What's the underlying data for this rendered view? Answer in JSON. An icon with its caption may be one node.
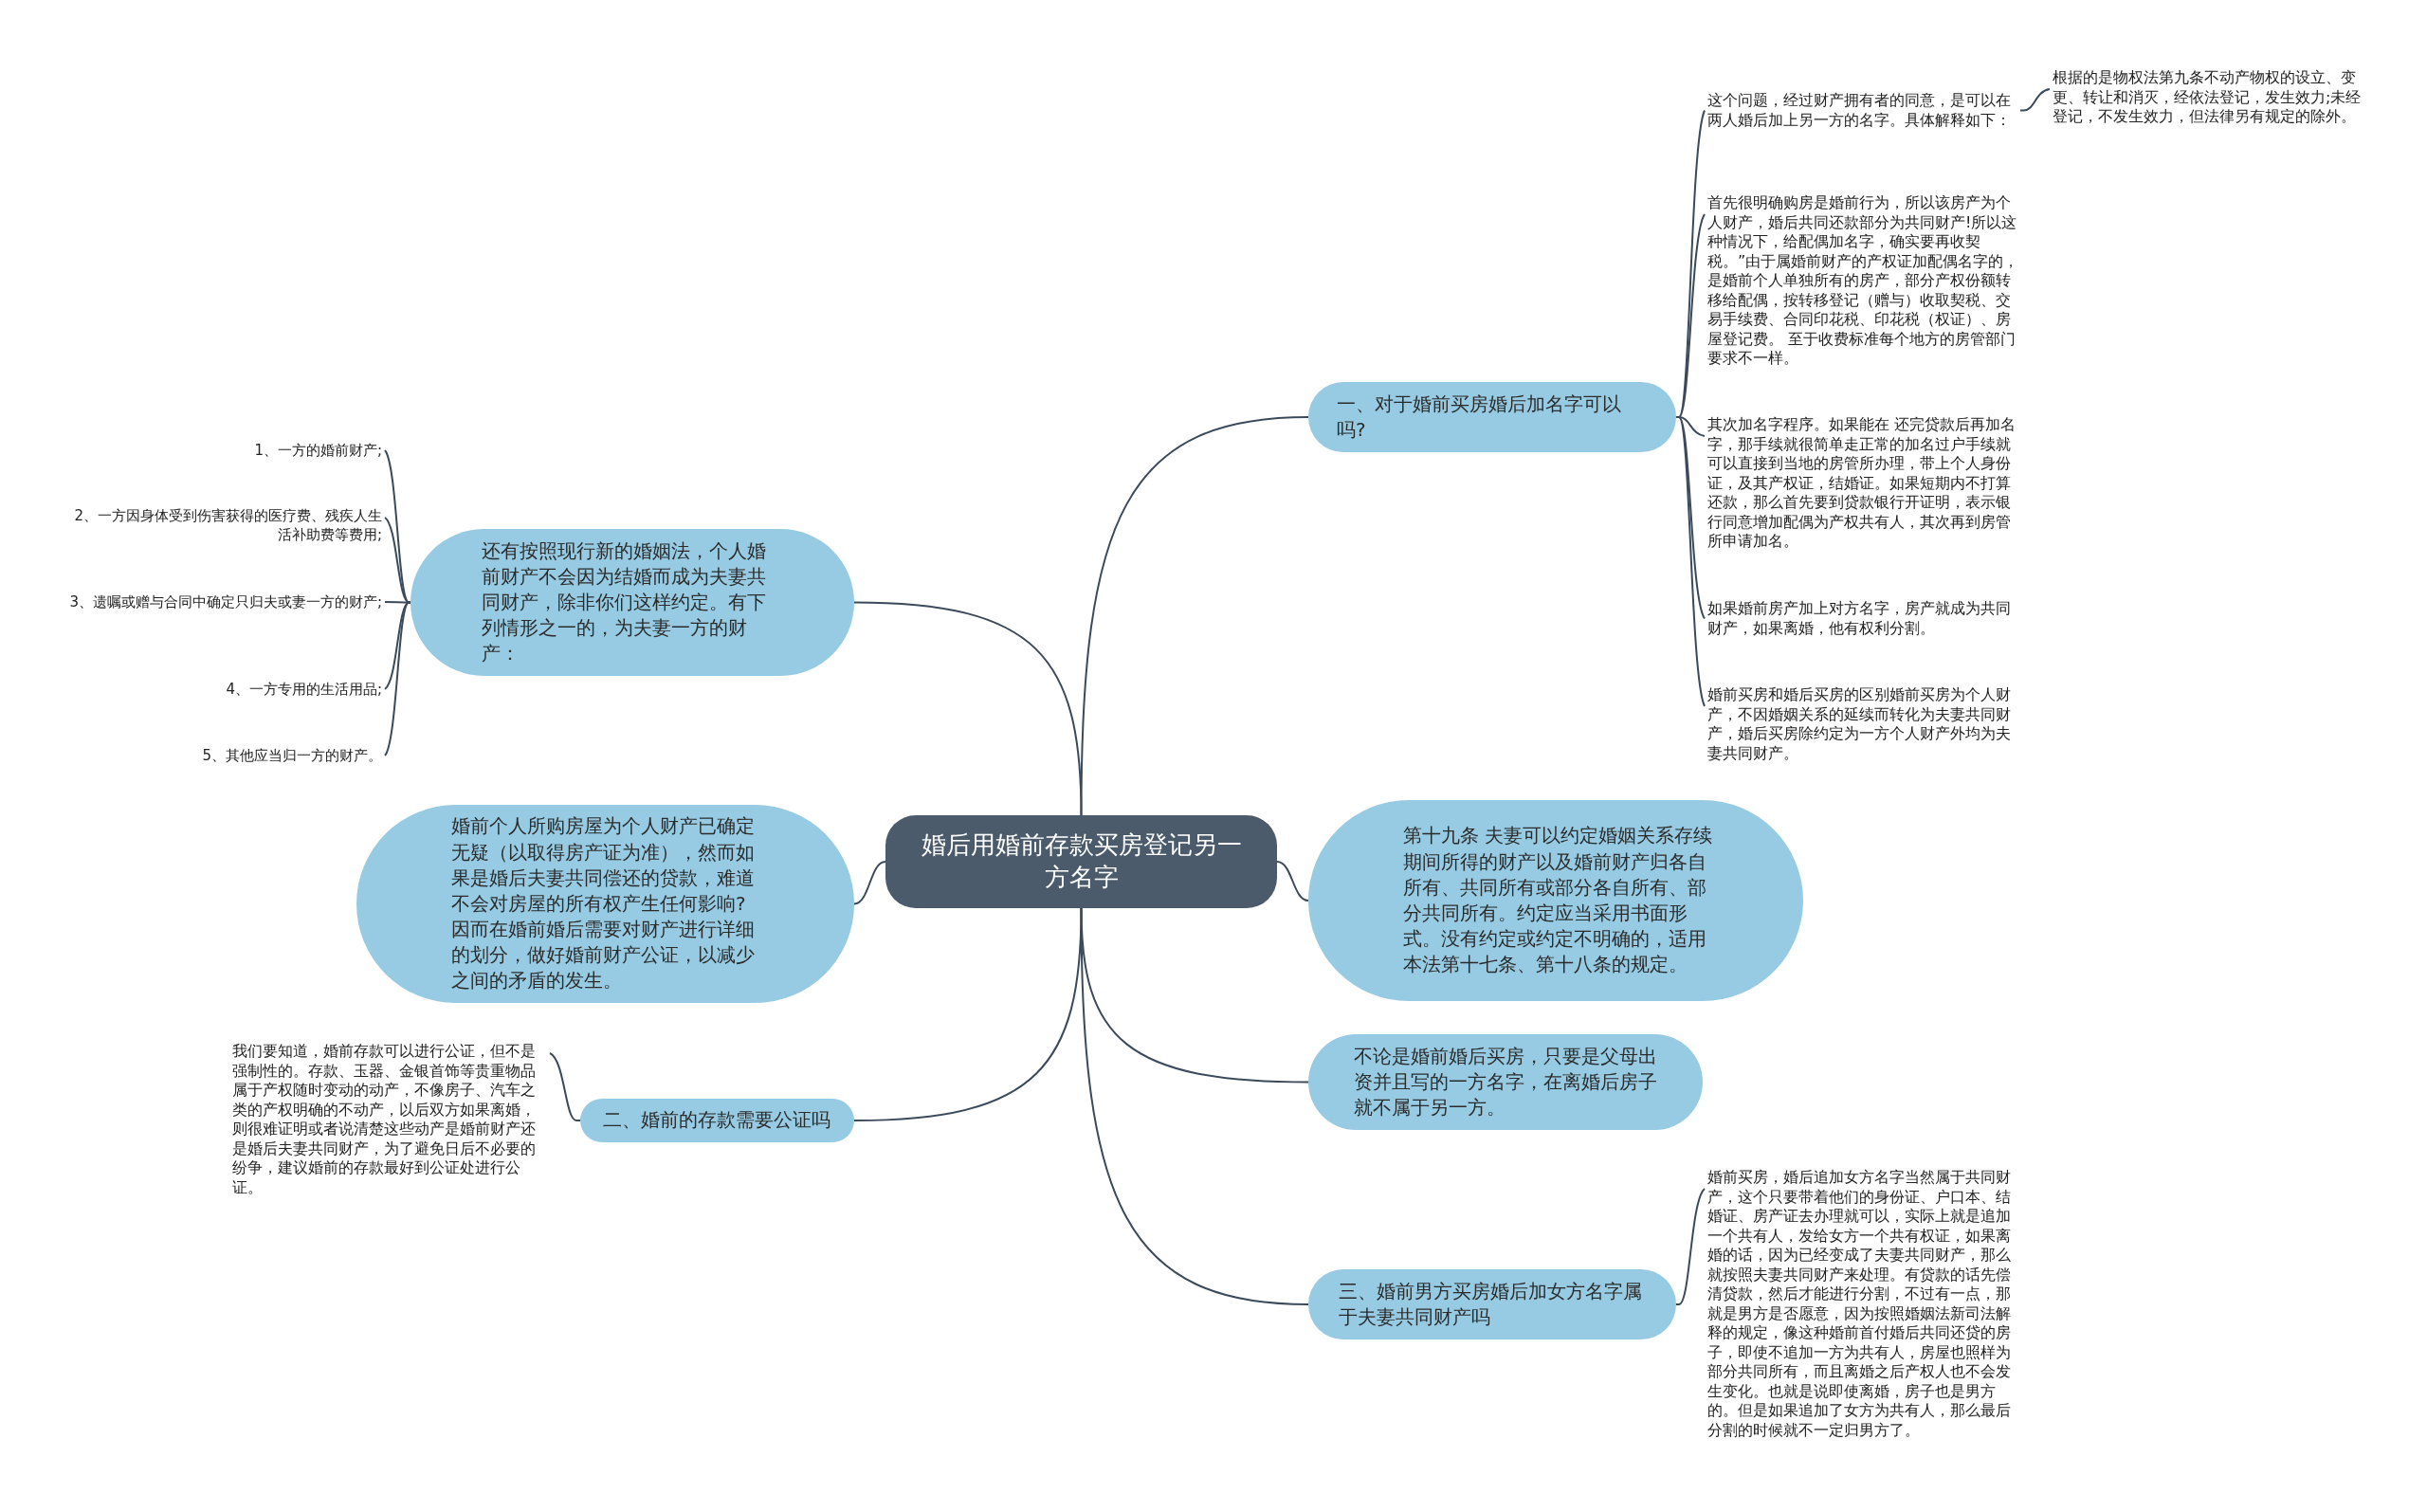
{
  "diagram": {
    "nodes": [
      {
        "text": [
          "婚后用婚前存款买房登记另一方名字"
        ]
      },
      {
        "text": [
          "一、对于婚前买房婚后加名字可以吗?"
        ]
      },
      {
        "text": [
          "这个问题，经过财产拥有者的同意，是可以在两人婚后加上另一方的名字。具体解释如下："
        ]
      },
      {
        "text": [
          "根据的是物权法第九条不动产物权的设立、变更、转让和消灭，经依法登记，发生效力;未经登记，不发生效力，但法律另有规定的除外。"
        ]
      },
      {
        "text": [
          "首先很明确购房是婚前行为，所以该房产为个人财产，婚后共同还款部分为共同财产!所以这种情况下，给配偶加名字，确实要再收契税。”由于属婚前财产的产权证加配偶名字的，是婚前个人单独所有的房产，部分产权份额转移给配偶，按转移登记（赠与）收取契税、交易手续费、合同印花税、印花税（权证）、房屋登记费。 至于收费标准每个地方的房管部门要求不一样。"
        ]
      },
      {
        "text": [
          "其次加名字程序。如果能在 还完贷款后再加名字，那手续就很简单走正常的加名过户手续就可以直接到当地的房管所办理，带上个人身份证，及其产权证，结婚证。如果短期内不打算还款，那么首先要到贷款银行开证明，表示银行同意增加配偶为产权共有人，其次再到房管所申请加名。"
        ]
      },
      {
        "text": [
          "如果婚前房产加上对方名字，房产就成为共同财产，如果离婚，他有权利分割。"
        ]
      },
      {
        "text": [
          "婚前买房和婚后买房的区别婚前买房为个人财产，不因婚姻关系的延续而转化为夫妻共同财产，婚后买房除约定为一方个人财产外均为夫妻共同财产。"
        ]
      },
      {
        "text": [
          "第十九条 夫妻可以约定婚姻关系存续期间所得的财产以及婚前财产归各自所有、共同所有或部分各自所有、部分共同所有。约定应当采用书面形式。没有约定或约定不明确的，适用本法第十七条、第十八条的规定。"
        ]
      },
      {
        "text": [
          "不论是婚前婚后买房，只要是父母出资并且写的一方名字，在离婚后房子就不属于另一方。"
        ]
      },
      {
        "text": [
          "三、婚前男方买房婚后加女方名字属于夫妻共同财产吗"
        ]
      },
      {
        "text": [
          "婚前买房，婚后追加女方名字当然属于共同财产，这个只要带着他们的身份证、户口本、结婚证、房产证去办理就可以，实际上就是追加一个共有人，发给女方一个共有权证，如果离婚的话，因为已经变成了夫妻共同财产，那么就按照夫妻共同财产来处理。有贷款的话先偿清贷款，然后才能进行分割，不过有一点，那就是男方是否愿意，因为按照婚姻法新司法解释的规定，像这种婚前首付婚后共同还贷的房子，即使不追加一方为共有人，房屋也照样为部分共同所有，而且离婚之后产权人也不会发生变化。也就是说即使离婚，房子也是男方的。但是如果追加了女方为共有人，那么最后分割的时候就不一定归男方了。"
        ]
      },
      {
        "text": [
          "还有按照现行新的婚姻法，个人婚前财产不会因为结婚而成为夫妻共同财产，除非你们这样约定。有下列情形之一的，为夫妻一方的财产："
        ]
      },
      {
        "text": [
          "1、一方的婚前财产;"
        ]
      },
      {
        "text": [
          "2、一方因身体受到伤害获得的医疗费、残疾人生活补助费等费用;"
        ]
      },
      {
        "text": [
          "3、遗嘱或赠与合同中确定只归夫或妻一方的财产;"
        ]
      },
      {
        "text": [
          "4、一方专用的生活用品;"
        ]
      },
      {
        "text": [
          "5、其他应当归一方的财产。"
        ]
      },
      {
        "text": [
          "婚前个人所购房屋为个人财产已确定无疑（以取得房产证为准），然而如果是婚后夫妻共同偿还的贷款，难道不会对房屋的所有权产生任何影响?因而在婚前婚后需要对财产进行详细的划分，做好婚前财产公证，以减少之间的矛盾的发生。"
        ]
      },
      {
        "text": [
          "二、婚前的存款需要公证吗"
        ]
      },
      {
        "text": [
          "我们要知道，婚前存款可以进行公证，但不是强制性的。存款、玉器、金银首饰等贵重物品属于产权随时变动的动产，不像房子、汽车之类的产权明确的不动产，以后双方如果离婚，则很难证明或者说清楚这些动产是婚前财产还是婚后夫妻共同财产，为了避免日后不必要的纷争，建议婚前的存款最好到公证处进行公证。"
        ]
      }
    ],
    "edges": [
      {
        "from": 0,
        "to": 1,
        "arrow": "none"
      },
      {
        "from": 1,
        "to": 2,
        "arrow": "none"
      },
      {
        "from": 2,
        "to": 3,
        "arrow": "none"
      },
      {
        "from": 1,
        "to": 4,
        "arrow": "none"
      },
      {
        "from": 1,
        "to": 5,
        "arrow": "none"
      },
      {
        "from": 1,
        "to": 6,
        "arrow": "none"
      },
      {
        "from": 1,
        "to": 7,
        "arrow": "none"
      },
      {
        "from": 0,
        "to": 8,
        "arrow": "none"
      },
      {
        "from": 0,
        "to": 9,
        "arrow": "none"
      },
      {
        "from": 0,
        "to": 10,
        "arrow": "none"
      },
      {
        "from": 10,
        "to": 11,
        "arrow": "none"
      },
      {
        "from": 0,
        "to": 12,
        "arrow": "none"
      },
      {
        "from": 12,
        "to": 13,
        "arrow": "none"
      },
      {
        "from": 12,
        "to": 14,
        "arrow": "none"
      },
      {
        "from": 12,
        "to": 15,
        "arrow": "none"
      },
      {
        "from": 12,
        "to": 16,
        "arrow": "none"
      },
      {
        "from": 12,
        "to": 17,
        "arrow": "none"
      },
      {
        "from": 0,
        "to": 18,
        "arrow": "none"
      },
      {
        "from": 0,
        "to": 19,
        "arrow": "none"
      },
      {
        "from": 19,
        "to": 20,
        "arrow": "none"
      }
    ]
  }
}
